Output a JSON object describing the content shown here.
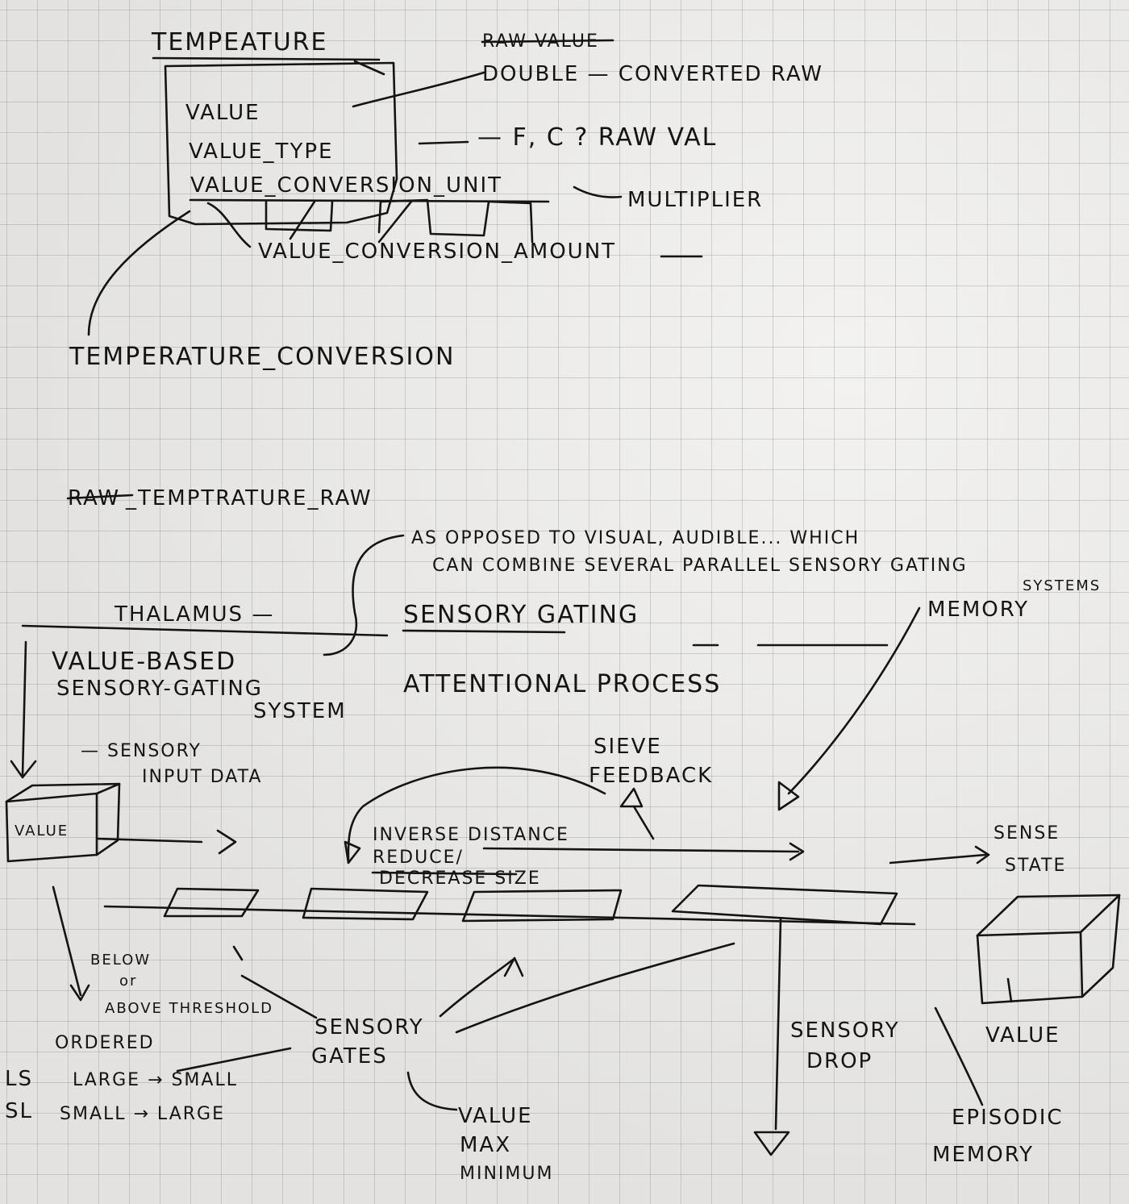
{
  "top_section": {
    "entity_title": "TEMPEATURE",
    "crossed_heading": "RAW VALUE",
    "fields": [
      "VALUE",
      "VALUE_TYPE",
      "VALUE_CONVERSION_UNIT"
    ],
    "field_value_note": "DOUBLE — CONVERTED RAW",
    "field_type_note": "— F, C ? RAW VAL",
    "conversion_unit_note": "MULTIPLIER",
    "conversion_amount": "VALUE_CONVERSION_AMOUNT",
    "conversion_table": "TEMPERATURE_CONVERSION"
  },
  "middle_section": {
    "raw_line_crossed": "RAW",
    "raw_line_rest": "_TEMPTRATURE_RAW",
    "note_line1": "AS OPPOSED TO VISUAL, AUDIBLE... WHICH",
    "note_line2": "CAN COMBINE SEVERAL PARALLEL SENSORY GATING",
    "note_line3": "SYSTEMS",
    "thalamus": "THALAMUS —",
    "sensory_gating": "SENSORY GATING",
    "memory": "MEMORY",
    "value_based": "VALUE-BASED",
    "sensory_gating_system_1": "SENSORY-GATING",
    "sensory_gating_system_2": "SYSTEM",
    "attentional_process": "ATTENTIONAL PROCESS"
  },
  "bottom_section": {
    "sensory_input_1": "— SENSORY",
    "sensory_input_2": "INPUT DATA",
    "value_box_label": "VALUE",
    "sieve_1": "SIEVE",
    "sieve_2": "FEEDBACK",
    "inverse_distance": "INVERSE DISTANCE",
    "reduce": "REDUCE/",
    "decrease_size": "DECREASE SIZE",
    "sense_state_1": "SENSE",
    "sense_state_2": "STATE",
    "below": "BELOW",
    "or": "or",
    "above_threshold": "ABOVE THRESHOLD",
    "ordered": "ORDERED",
    "ls_code": "LS",
    "ls_text": "LARGE → SMALL",
    "sl_code": "SL",
    "sl_text": "SMALL → LARGE",
    "sensory_gates_1": "SENSORY",
    "sensory_gates_2": "GATES",
    "gate_value": "VALUE",
    "gate_max": "MAX",
    "gate_min": "MINIMUM",
    "sensory_drop_1": "SENSORY",
    "sensory_drop_2": "DROP",
    "state_value": "VALUE",
    "episodic_1": "EPISODIC",
    "episodic_2": "MEMORY"
  }
}
